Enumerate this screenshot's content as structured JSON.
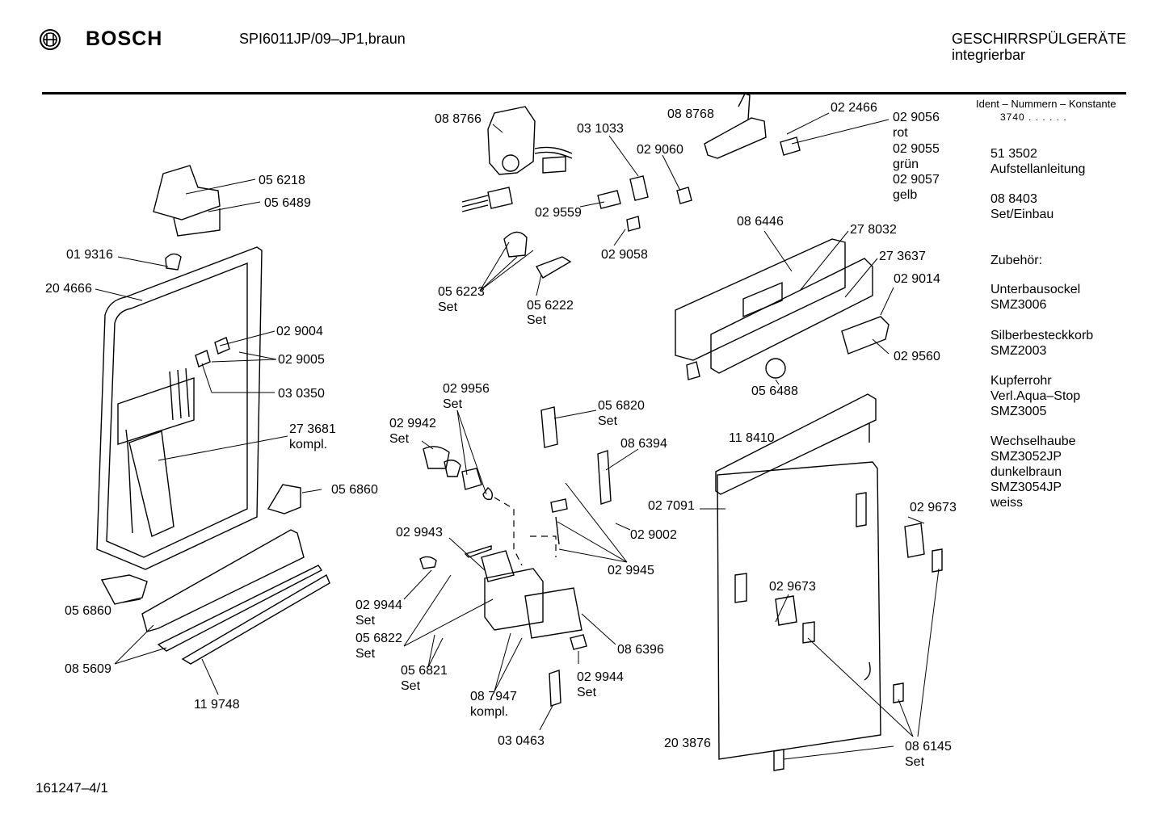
{
  "header": {
    "brand": "BOSCH",
    "model": "SPI6011JP/09–JP1,braun",
    "category_line1": "GESCHIRRSPÜLGERÄTE",
    "category_line2": "integrierbar"
  },
  "sidebar": {
    "ident_heading": "Ident – Nummern – Konstante",
    "ident_value": "3740 . . . . . .",
    "blocks": [
      {
        "lines": [
          "51 3502",
          "Aufstellanleitung"
        ]
      },
      {
        "lines": [
          "08 8403",
          "Set/Einbau"
        ]
      },
      {
        "lines": [
          "Zubehör:"
        ]
      },
      {
        "lines": [
          "Unterbausockel",
          "SMZ3006"
        ]
      },
      {
        "lines": [
          "Silberbesteckkorb",
          "SMZ2003"
        ]
      },
      {
        "lines": [
          "Kupferrohr",
          "Verl.Aqua–Stop",
          "SMZ3005"
        ]
      },
      {
        "lines": [
          "Wechselhaube",
          "SMZ3052JP",
          "dunkelbraun",
          "SMZ3054JP",
          "weiss"
        ]
      }
    ]
  },
  "footer": {
    "page_code": "161247–4/1"
  },
  "parts": [
    {
      "number": "05 6218"
    },
    {
      "number": "05 6489"
    },
    {
      "number": "01 9316"
    },
    {
      "number": "20 4666"
    },
    {
      "number": "02 9004"
    },
    {
      "number": "02 9005"
    },
    {
      "number": "03 0350"
    },
    {
      "number": "27 3681",
      "note": "kompl."
    },
    {
      "number": "05 6860"
    },
    {
      "number": "05 6860"
    },
    {
      "number": "08 5609"
    },
    {
      "number": "11 9748"
    },
    {
      "number": "08 8766"
    },
    {
      "number": "03 1033"
    },
    {
      "number": "02 9060"
    },
    {
      "number": "02 9559"
    },
    {
      "number": "02 9058"
    },
    {
      "number": "05 6223",
      "note": "Set"
    },
    {
      "number": "05 6222",
      "note": "Set"
    },
    {
      "number": "08 8768"
    },
    {
      "number": "02 2466"
    },
    {
      "number": "02 9056",
      "note": "rot"
    },
    {
      "number": "02 9055",
      "note": "grün"
    },
    {
      "number": "02 9057",
      "note": "gelb"
    },
    {
      "number": "08 6446"
    },
    {
      "number": "27 8032"
    },
    {
      "number": "27 3637"
    },
    {
      "number": "02 9014"
    },
    {
      "number": "02 9560"
    },
    {
      "number": "05 6488"
    },
    {
      "number": "02 9956",
      "note": "Set"
    },
    {
      "number": "02 9942",
      "note": "Set"
    },
    {
      "number": "05 6820",
      "note": "Set"
    },
    {
      "number": "08 6394"
    },
    {
      "number": "02 9943"
    },
    {
      "number": "02 9944",
      "note": "Set"
    },
    {
      "number": "05 6822",
      "note": "Set"
    },
    {
      "number": "05 6821",
      "note": "Set"
    },
    {
      "number": "08 7947",
      "note": "kompl."
    },
    {
      "number": "03 0463"
    },
    {
      "number": "02 9944",
      "note": "Set"
    },
    {
      "number": "08 6396"
    },
    {
      "number": "02 9945"
    },
    {
      "number": "02 7091"
    },
    {
      "number": "02 9002"
    },
    {
      "number": "11 8410"
    },
    {
      "number": "02 9673"
    },
    {
      "number": "02 9673"
    },
    {
      "number": "20 3876"
    },
    {
      "number": "08 6145",
      "note": "Set"
    }
  ]
}
